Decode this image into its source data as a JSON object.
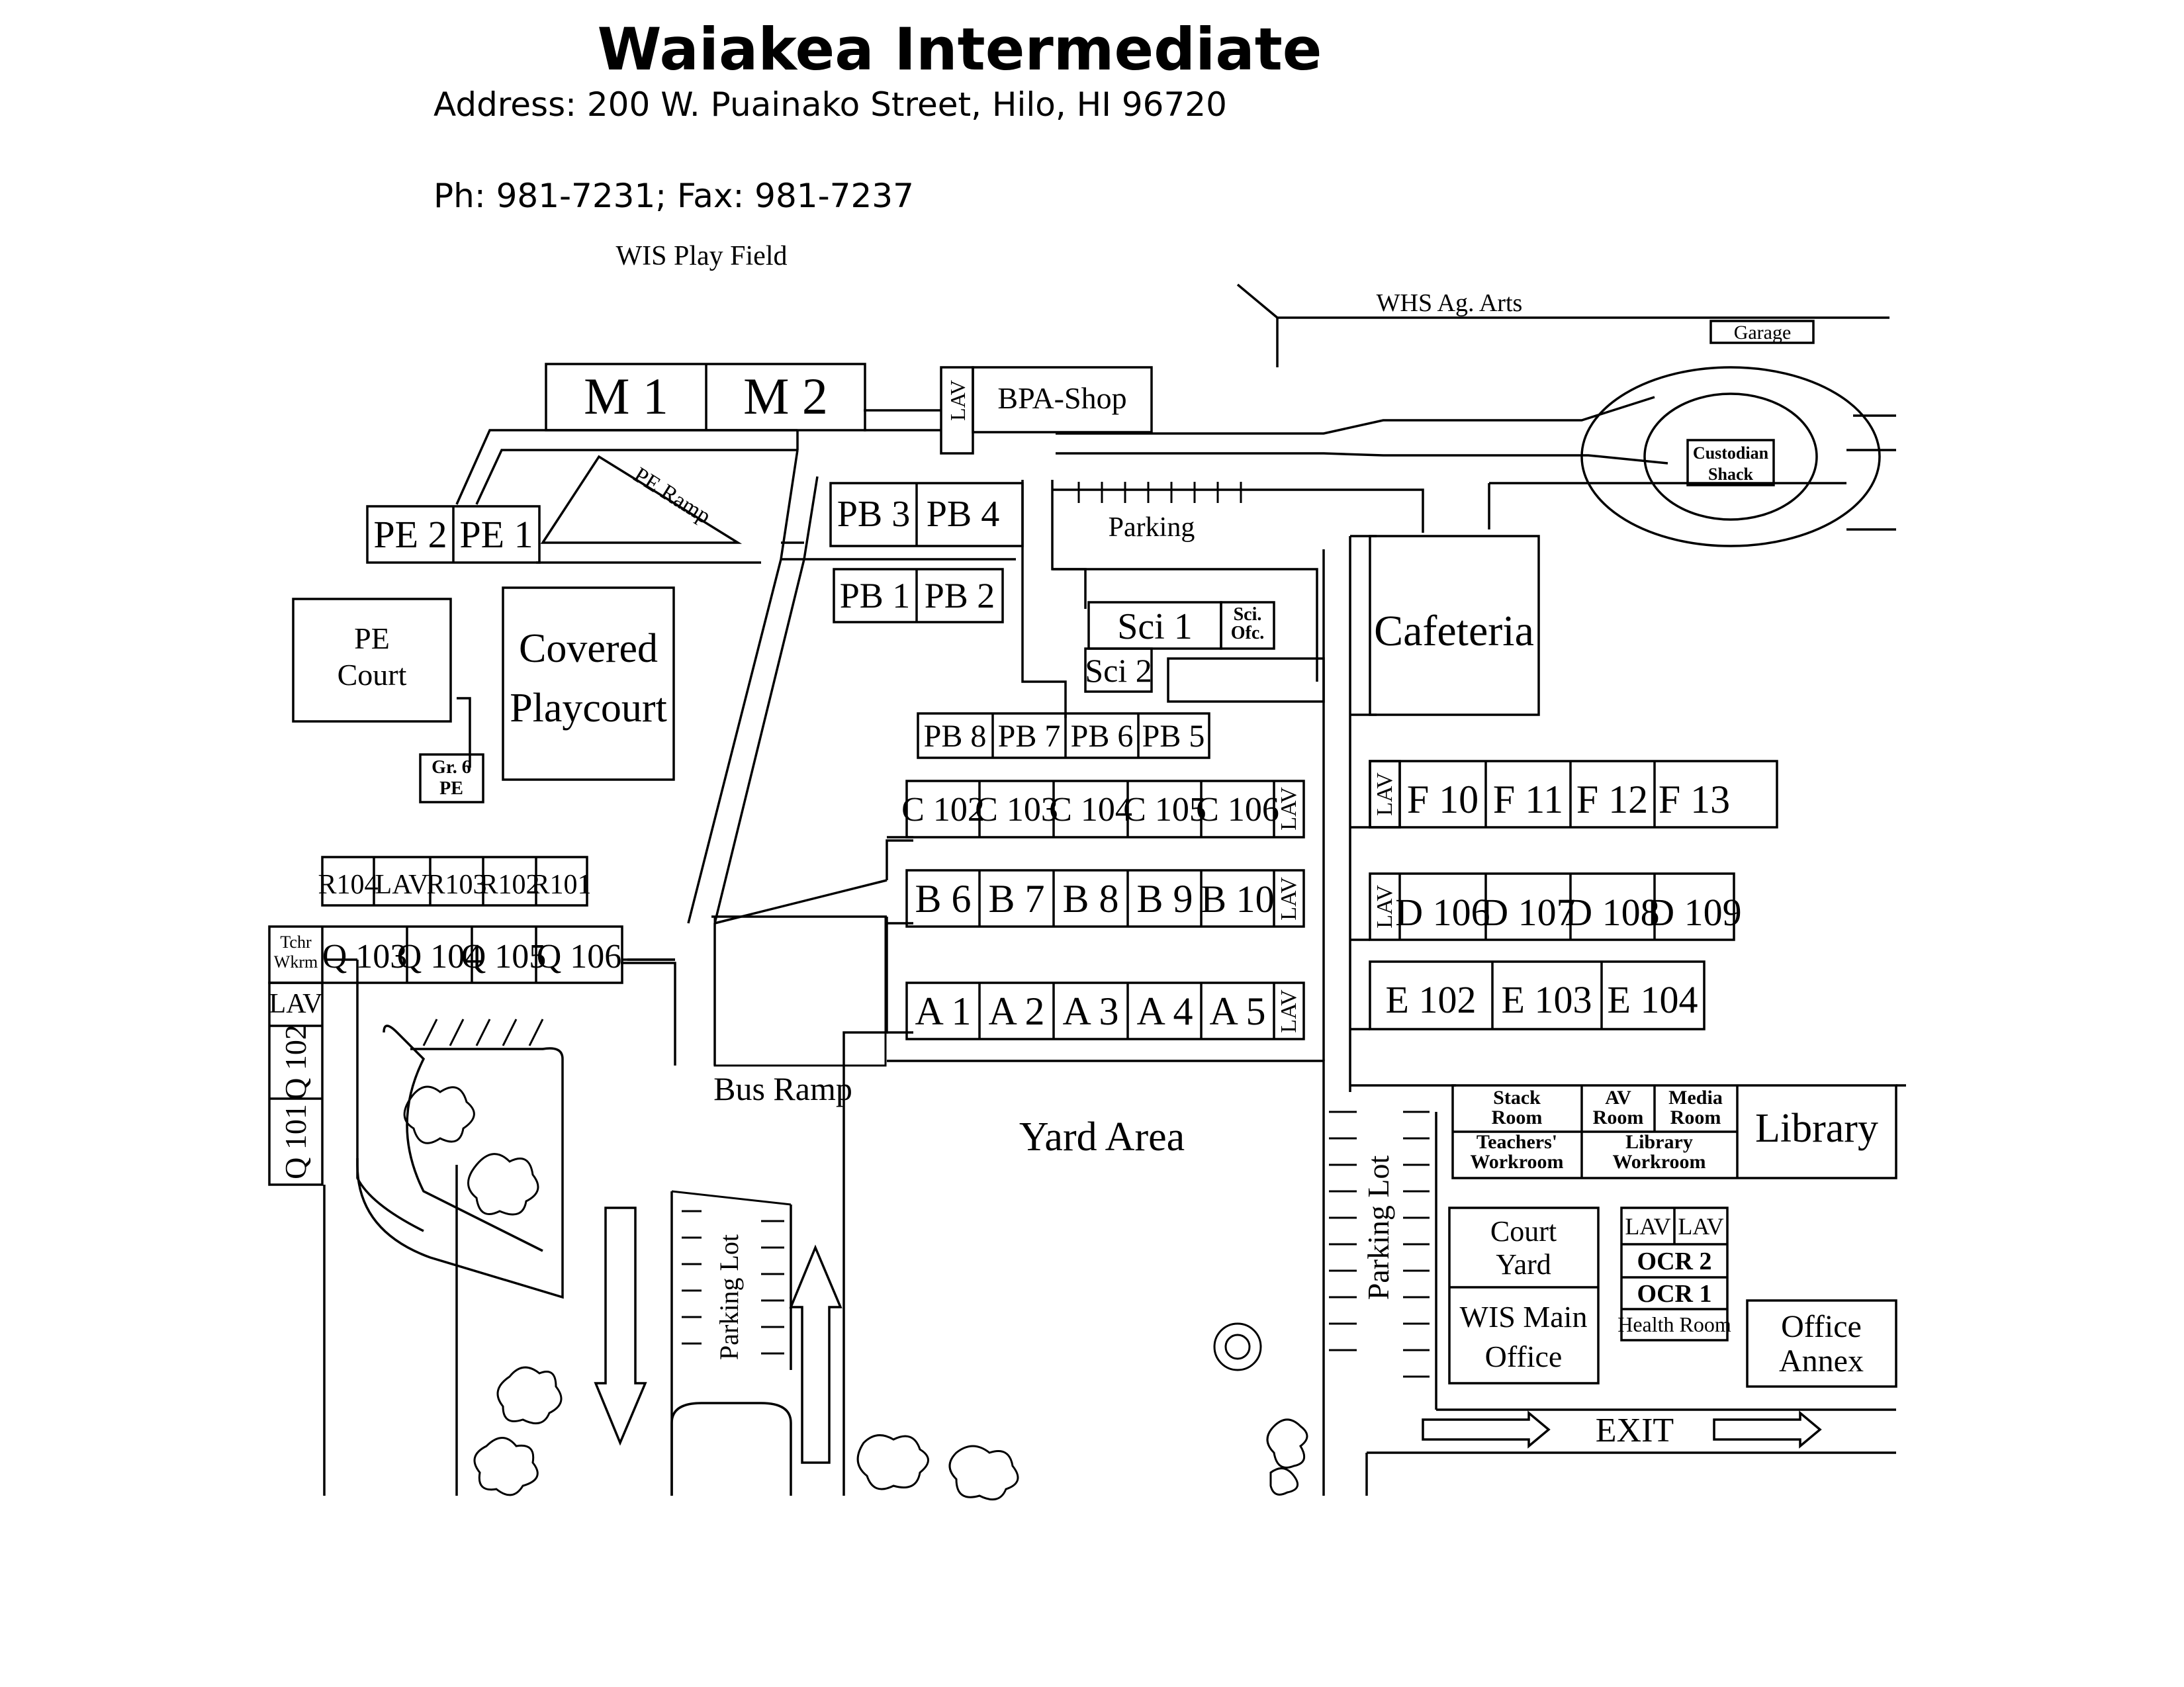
{
  "header": {
    "title": "Waiakea Intermediate",
    "address": "Address: 200 W. Puainako Street, Hilo, HI 96720",
    "phone_fax": "Ph: 981-7231; Fax: 981-7237"
  },
  "map_labels": {
    "play_field": "WIS Play Field",
    "ag_arts": "WHS Ag. Arts",
    "garage": "Garage",
    "custodian_1": "Custodian",
    "custodian_2": "Shack",
    "m1": "M 1",
    "m2": "M 2",
    "lav": "LAV",
    "bpa_shop": "BPA-Shop",
    "pe_ramp": "PE Ramp",
    "pe2": "PE 2",
    "pe1": "PE 1",
    "pb3": "PB 3",
    "pb4": "PB 4",
    "parking": "Parking",
    "pb1": "PB 1",
    "pb2": "PB 2",
    "sci1": "Sci 1",
    "sci_ofc_1": "Sci.",
    "sci_ofc_2": "Ofc.",
    "sci2": "Sci 2",
    "cafeteria": "Cafeteria",
    "pe_court_1": "PE",
    "pe_court_2": "Court",
    "covered_1": "Covered",
    "covered_2": "Playcourt",
    "gr6_1": "Gr. 6",
    "gr6_2": "PE",
    "pb8": "PB 8",
    "pb7": "PB 7",
    "pb6": "PB 6",
    "pb5": "PB 5",
    "c102": "C 102",
    "c103": "C 103",
    "c104": "C 104",
    "c105": "C 105",
    "c106": "C 106",
    "f10": "F 10",
    "f11": "F 11",
    "f12": "F 12",
    "f13": "F 13",
    "r104": "R104",
    "r103": "R103",
    "r102": "R102",
    "r101": "R101",
    "b6": "B 6",
    "b7": "B 7",
    "b8": "B 8",
    "b9": "B 9",
    "b10": "B 10",
    "d106": "D 106",
    "d107": "D 107",
    "d108": "D 108",
    "d109": "D 109",
    "tchr_1": "Tchr",
    "tchr_2": "Wkrm",
    "q103": "Q 103",
    "q104": "Q 104",
    "q105": "Q 105",
    "q106": "Q 106",
    "e102": "E 102",
    "e103": "E 103",
    "e104": "E 104",
    "a1": "A 1",
    "a2": "A 2",
    "a3": "A 3",
    "a4": "A 4",
    "a5": "A 5",
    "q102": "Q 102",
    "q101": "Q 101",
    "bus_ramp": "Bus Ramp",
    "yard_area": "Yard Area",
    "stack_1": "Stack",
    "stack_2": "Room",
    "av_1": "AV",
    "av_2": "Room",
    "media_1": "Media",
    "media_2": "Room",
    "library": "Library",
    "tw_1": "Teachers'",
    "tw_2": "Workroom",
    "lw_1": "Library",
    "lw_2": "Workroom",
    "parking_lot": "Parking Lot",
    "court_1": "Court",
    "court_2": "Yard",
    "main_office_1": "WIS Main",
    "main_office_2": "Office",
    "ocr2": "OCR 2",
    "ocr1": "OCR 1",
    "health_room": "Health Room",
    "annex_1": "Office",
    "annex_2": "Annex",
    "exit": "EXIT"
  }
}
